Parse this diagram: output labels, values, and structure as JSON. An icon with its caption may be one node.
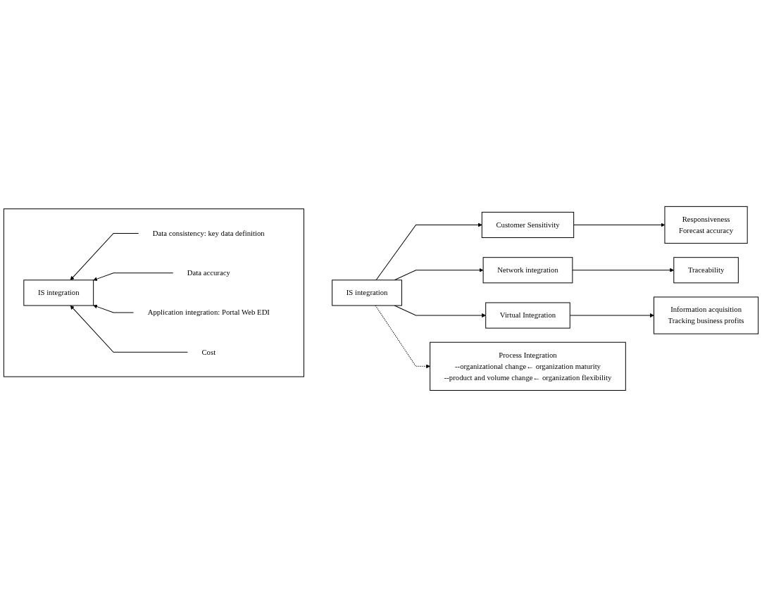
{
  "diagram": {
    "nodes": [
      {
        "text": [],
        "shape": "box"
      },
      {
        "text": [
          "IS integration"
        ],
        "in": 0
      },
      {
        "text": [
          "Data consistency: key data definition"
        ],
        "in": 0
      },
      {
        "text": [
          "Data accuracy"
        ],
        "in": 0
      },
      {
        "text": [
          "Application integration: Portal Web EDI"
        ],
        "in": 0
      },
      {
        "text": [
          "Cost"
        ],
        "in": 0
      },
      {
        "text": [
          "IS integration"
        ]
      },
      {
        "text": [
          "Customer Sensitivity"
        ]
      },
      {
        "text": [
          "Responsiveness",
          "Forecast accuracy"
        ]
      },
      {
        "text": [
          "Network integration"
        ]
      },
      {
        "text": [
          "Traceability"
        ]
      },
      {
        "text": [
          "Virtual Integration"
        ]
      },
      {
        "text": [
          "Information acquisition",
          "Tracking business profits"
        ]
      },
      {
        "text": [
          "Process Integration",
          "--organizational change← organization maturity",
          "--product and volume change← organization flexibility"
        ]
      }
    ],
    "edges": [
      {
        "from": 2,
        "to": 1,
        "arrow": "to"
      },
      {
        "from": 3,
        "to": 1,
        "arrow": "to"
      },
      {
        "from": 4,
        "to": 1,
        "arrow": "to"
      },
      {
        "from": 5,
        "to": 1,
        "arrow": "to"
      },
      {
        "from": 6,
        "to": 7,
        "arrow": "to"
      },
      {
        "from": 6,
        "to": 9,
        "arrow": "to"
      },
      {
        "from": 6,
        "to": 11,
        "arrow": "to"
      },
      {
        "from": 6,
        "to": 13,
        "arrow": "to",
        "style": "dashed"
      },
      {
        "from": 7,
        "to": 8,
        "arrow": "to"
      },
      {
        "from": 9,
        "to": 10,
        "arrow": "to"
      },
      {
        "from": 11,
        "to": 12,
        "arrow": "to"
      }
    ]
  }
}
